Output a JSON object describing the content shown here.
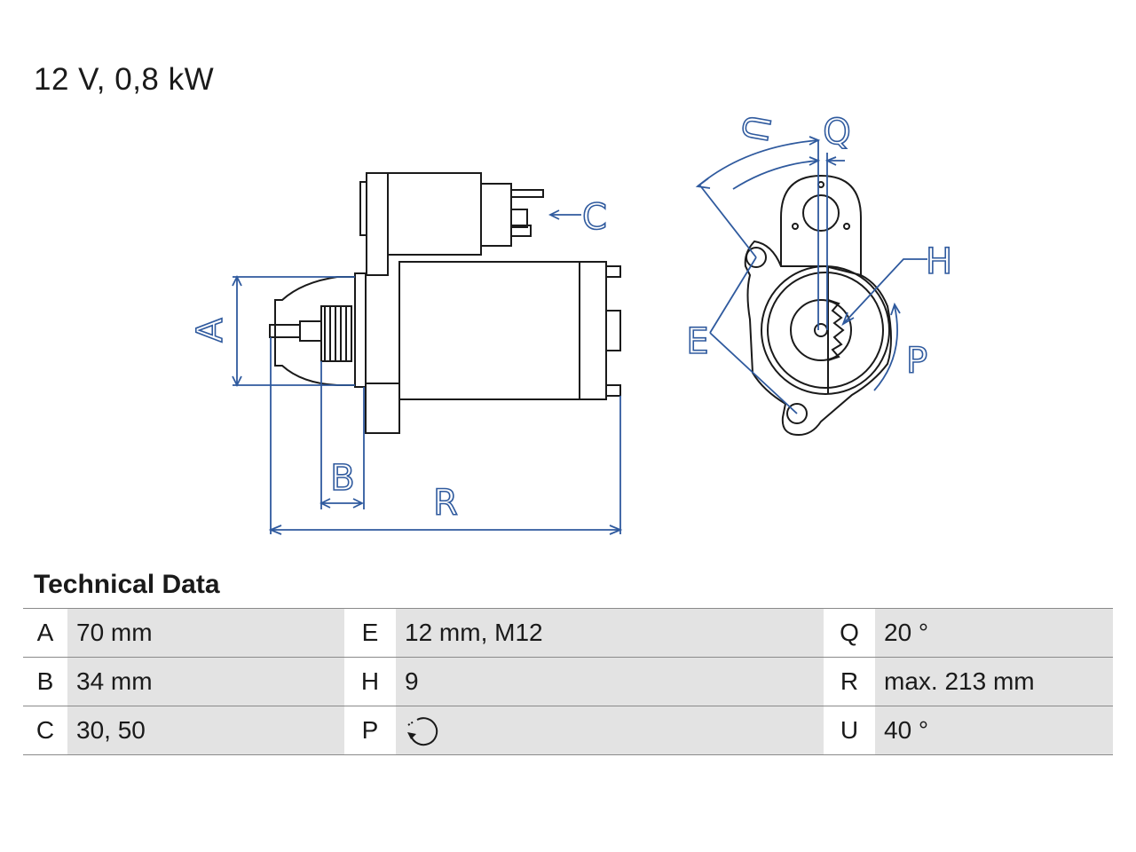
{
  "header": {
    "title": "12 V, 0,8 kW"
  },
  "drawing": {
    "labels": {
      "A": "A",
      "B": "B",
      "C": "C",
      "E": "E",
      "H": "H",
      "P": "P",
      "Q": "Q",
      "R": "R",
      "U": "U"
    },
    "colors": {
      "outline": "#1a1a1a",
      "dimension": "#2f5a9e"
    }
  },
  "technical_data": {
    "title": "Technical Data",
    "rows": [
      [
        {
          "key": "A",
          "value": "70 mm"
        },
        {
          "key": "E",
          "value": "12 mm, M12"
        },
        {
          "key": "Q",
          "value": "20 °"
        }
      ],
      [
        {
          "key": "B",
          "value": "34 mm"
        },
        {
          "key": "H",
          "value": "9"
        },
        {
          "key": "R",
          "value": "max. 213 mm"
        }
      ],
      [
        {
          "key": "C",
          "value": "30, 50"
        },
        {
          "key": "P",
          "value": "",
          "icon": "clockwise-rotation-icon"
        },
        {
          "key": "U",
          "value": "40 °"
        }
      ]
    ]
  }
}
